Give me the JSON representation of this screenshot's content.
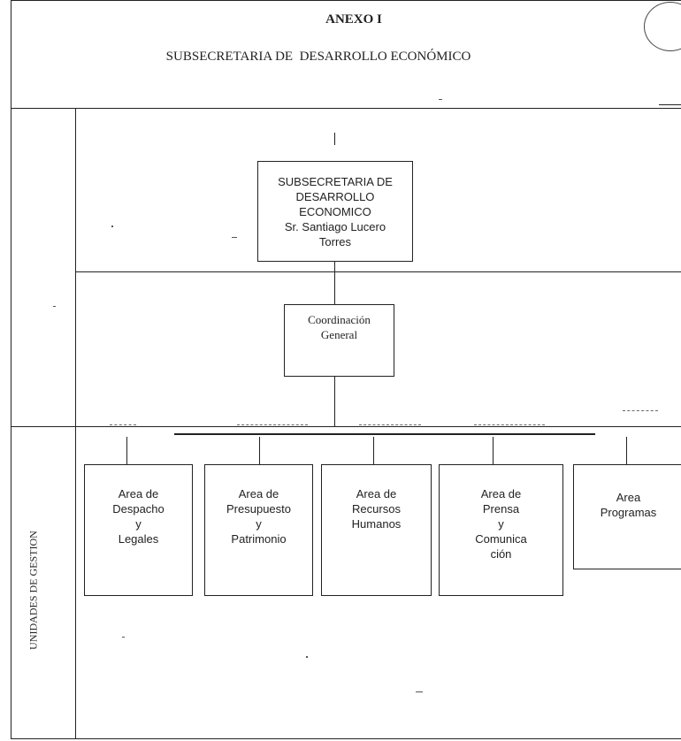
{
  "header": {
    "title": "ANEXO I",
    "subtitle": "SUBSECRETARIA DE  DESARROLLO ECONÓMICO"
  },
  "side_label": "UNIDADES DE GESTION",
  "top_unit": "SUBSECRETARIA DE\nDESARROLLO\nECONOMICO\nSr. Santiago Lucero\nTorres",
  "coordination": "Coordinación\nGeneral",
  "areas": [
    "Area de\nDespacho\ny\nLegales",
    "Area de\nPresupuesto\ny\nPatrimonio",
    "Area de\nRecursos\nHumanos",
    "Area de\nPrensa\ny\nComunica\nción",
    "Area\nProgramas"
  ]
}
